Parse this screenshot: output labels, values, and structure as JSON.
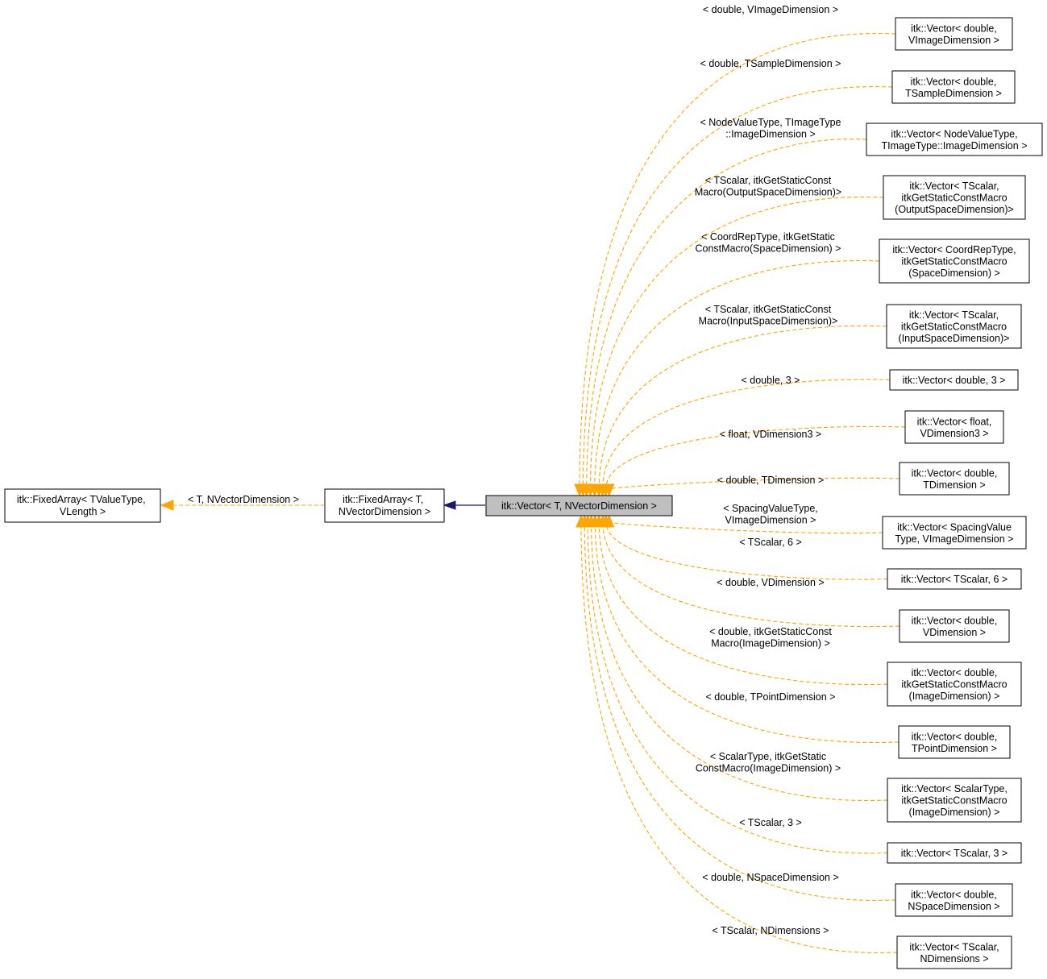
{
  "colors": {
    "template_edge": "#ffa500",
    "inheritance_edge": "#191970",
    "current_node_fill": "#bfbfbf"
  },
  "nodes": {
    "fixedarray_generic": [
      "itk::FixedArray< TValueType,",
      "VLength >"
    ],
    "fixedarray_t": [
      "itk::FixedArray< T,",
      "NVectorDimension >"
    ],
    "vector_t": [
      "itk::Vector< T, NVectorDimension >"
    ]
  },
  "edges": {
    "fixedarray_generic_to_t": [
      "< T, NVectorDimension >"
    ]
  },
  "instantiations": [
    {
      "node": [
        "itk::Vector< double,",
        "VImageDimension >"
      ],
      "label": [
        "< double, VImageDimension >"
      ]
    },
    {
      "node": [
        "itk::Vector< double,",
        "TSampleDimension >"
      ],
      "label": [
        "< double, TSampleDimension >"
      ]
    },
    {
      "node": [
        "itk::Vector< NodeValueType,",
        "TImageType::ImageDimension >"
      ],
      "label": [
        "< NodeValueType, TImageType",
        "::ImageDimension >"
      ]
    },
    {
      "node": [
        "itk::Vector< TScalar,",
        "itkGetStaticConstMacro",
        "(OutputSpaceDimension)>"
      ],
      "label": [
        "< TScalar, itkGetStaticConst",
        "Macro(OutputSpaceDimension)>"
      ]
    },
    {
      "node": [
        "itk::Vector< CoordRepType,",
        "itkGetStaticConstMacro",
        "(SpaceDimension) >"
      ],
      "label": [
        "< CoordRepType, itkGetStatic",
        "ConstMacro(SpaceDimension) >"
      ]
    },
    {
      "node": [
        "itk::Vector< TScalar,",
        "itkGetStaticConstMacro",
        "(InputSpaceDimension)>"
      ],
      "label": [
        "< TScalar, itkGetStaticConst",
        "Macro(InputSpaceDimension)>"
      ]
    },
    {
      "node": [
        "itk::Vector< double, 3 >"
      ],
      "label": [
        "< double, 3 >"
      ]
    },
    {
      "node": [
        "itk::Vector< float,",
        "VDimension3 >"
      ],
      "label": [
        "< float, VDimension3 >"
      ]
    },
    {
      "node": [
        "itk::Vector< double,",
        "TDimension >"
      ],
      "label": [
        "< double, TDimension >"
      ]
    },
    {
      "node": [
        "itk::Vector< SpacingValue",
        "Type, VImageDimension >"
      ],
      "label": [
        "< SpacingValueType,",
        "VImageDimension >"
      ]
    },
    {
      "node": [
        "itk::Vector< TScalar, 6 >"
      ],
      "label": [
        "< TScalar, 6 >"
      ]
    },
    {
      "node": [
        "itk::Vector< double,",
        "VDimension >"
      ],
      "label": [
        "< double, VDimension >"
      ]
    },
    {
      "node": [
        "itk::Vector< double,",
        "itkGetStaticConstMacro",
        "(ImageDimension) >"
      ],
      "label": [
        "< double, itkGetStaticConst",
        "Macro(ImageDimension) >"
      ]
    },
    {
      "node": [
        "itk::Vector< double,",
        "TPointDimension >"
      ],
      "label": [
        "< double, TPointDimension >"
      ]
    },
    {
      "node": [
        "itk::Vector< ScalarType,",
        "itkGetStaticConstMacro",
        "(ImageDimension) >"
      ],
      "label": [
        "< ScalarType, itkGetStatic",
        "ConstMacro(ImageDimension) >"
      ]
    },
    {
      "node": [
        "itk::Vector< TScalar, 3 >"
      ],
      "label": [
        "< TScalar, 3 >"
      ]
    },
    {
      "node": [
        "itk::Vector< double,",
        "NSpaceDimension >"
      ],
      "label": [
        "< double, NSpaceDimension >"
      ]
    },
    {
      "node": [
        "itk::Vector< TScalar,",
        "NDimensions >"
      ],
      "label": [
        "< TScalar, NDimensions >"
      ]
    }
  ]
}
